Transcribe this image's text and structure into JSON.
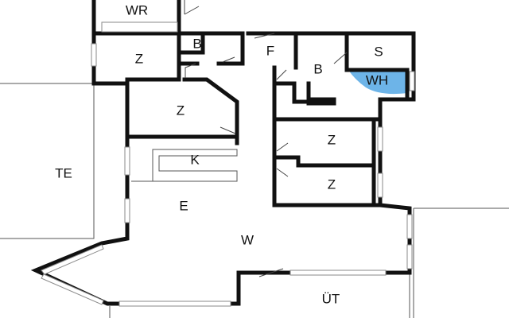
{
  "colors": {
    "wall": "#111111",
    "wh_highlight": "#6db4e8"
  },
  "rooms": {
    "wr": "WR",
    "b_small": "B",
    "f": "F",
    "s": "S",
    "z_top_left": "Z",
    "b": "B",
    "wh": "WH",
    "z_mid_left": "Z",
    "k": "K",
    "z_right_1": "Z",
    "z_right_2": "Z",
    "te": "TE",
    "e": "E",
    "w": "W",
    "ut": "ÜT"
  }
}
